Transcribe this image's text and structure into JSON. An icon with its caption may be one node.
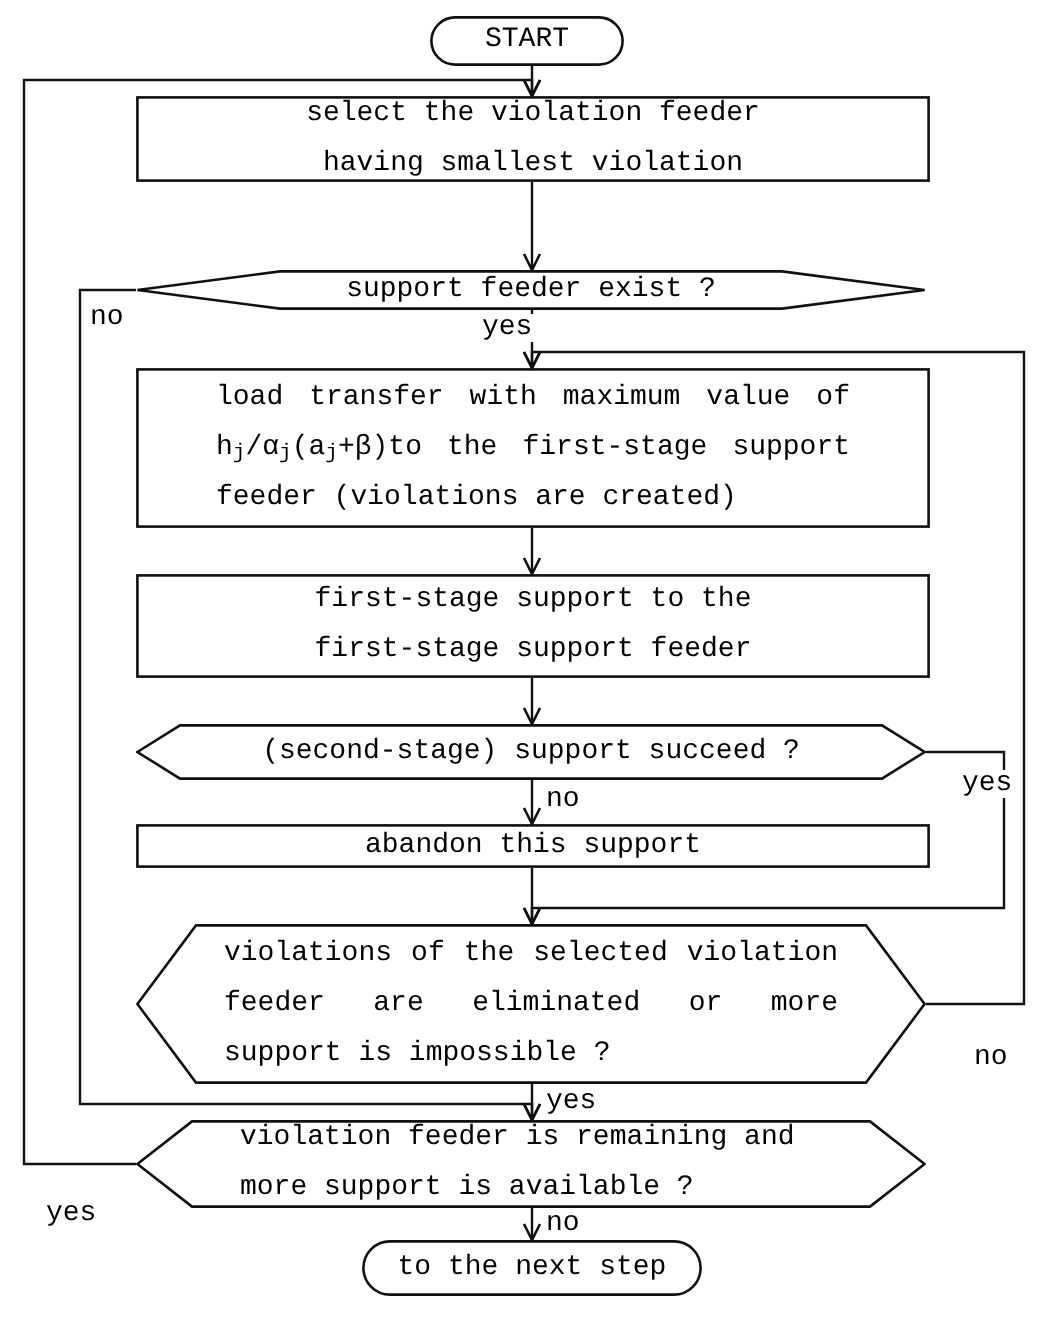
{
  "diagram": {
    "nodes": [
      {
        "text": [
          "START"
        ]
      },
      {
        "text": [
          "select the violation feeder having smallest violation"
        ]
      },
      {
        "text": [
          "support feeder exist ?"
        ]
      },
      {
        "text": [
          "load transfer with maximum value of h$_{j}$/α$_{j}$(a$_{j}$+β)to the first-stage support feeder (violations are created)"
        ]
      },
      {
        "text": [
          "first-stage support to the first-stage support feeder"
        ]
      },
      {
        "text": [
          "(second-stage) support succeed ?"
        ]
      },
      {
        "text": [
          "abandon this support"
        ]
      },
      {
        "text": [
          "violations of the selected violation feeder are eliminated or more support is impossible ?"
        ]
      },
      {
        "text": [
          "violation feeder is remaining and more support is available ?"
        ]
      },
      {
        "text": [
          "to the next step"
        ]
      }
    ],
    "edges": [
      {
        "from": 0,
        "to": 1,
        "arrow": "to"
      },
      {
        "from": 1,
        "to": 2,
        "arrow": "to"
      },
      {
        "from": 2,
        "to": 3,
        "arrow": "to",
        "label": "yes"
      },
      {
        "from": 2,
        "to": 8,
        "arrow": "to",
        "label": "no"
      },
      {
        "from": 3,
        "to": 4,
        "arrow": "to"
      },
      {
        "from": 4,
        "to": 5,
        "arrow": "to"
      },
      {
        "from": 5,
        "to": 6,
        "arrow": "to",
        "label": "no"
      },
      {
        "from": 5,
        "to": 7,
        "arrow": "to",
        "label": "yes"
      },
      {
        "from": 6,
        "to": 7,
        "arrow": "to"
      },
      {
        "from": 7,
        "to": 3,
        "arrow": "to",
        "label": "no"
      },
      {
        "from": 7,
        "to": 8,
        "arrow": "to",
        "label": "yes"
      },
      {
        "from": 8,
        "to": 1,
        "arrow": "to",
        "label": "yes"
      },
      {
        "from": 8,
        "to": 9,
        "arrow": "to",
        "label": "no"
      }
    ]
  }
}
